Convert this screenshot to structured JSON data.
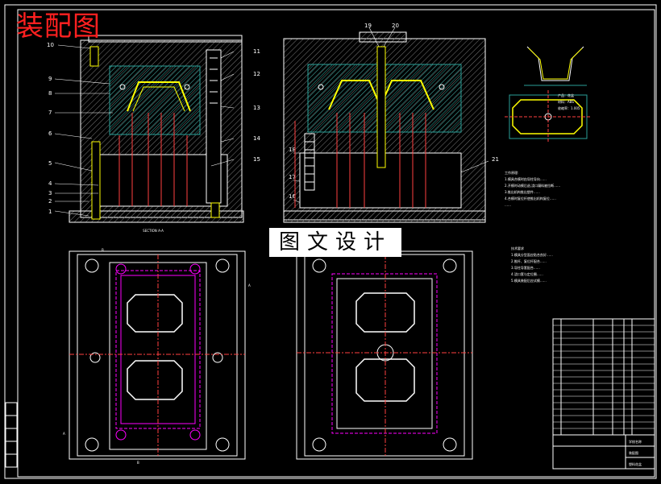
{
  "title": "装配图",
  "banner": "图文设计",
  "callouts_left": [
    "1",
    "2",
    "3",
    "4",
    "5",
    "6",
    "7",
    "8",
    "9",
    "10",
    "11",
    "12",
    "13",
    "14",
    "15"
  ],
  "callouts_right": [
    "16",
    "17",
    "18",
    "19",
    "20",
    "21"
  ],
  "section_label": "SECTION A-A",
  "section_marks": {
    "a": "A",
    "b": "B"
  },
  "part_specs": {
    "line1": "产品：花盆",
    "line2": "材料：ABS",
    "line3": "收缩率：1.005"
  },
  "notes1": {
    "heading": "工作原理:",
    "lines": [
      "1.模具合模时由导柱导向……",
      "2.开模时动模后退,浇口凝料被拉断……",
      "3.推出机构推出塑件……",
      "4.合模时复位杆使推出机构复位……",
      "……"
    ]
  },
  "notes2": {
    "heading": "技术要求",
    "lines": [
      "1.模具分型面应贴合良好……",
      "2.推杆、复位杆配合……",
      "3.导柱导套配合……",
      "4.浇口套与定位圈……",
      "5.模具装配后应试模……"
    ]
  },
  "title_block": {
    "name": "装配图",
    "school": "学校名称",
    "org": "塑料花盆"
  },
  "colors": {
    "background": "#000000",
    "outline": "#ffffff",
    "cavity": "#2aa198",
    "part": "#ffff00",
    "pins": "#ff4040",
    "plan_lines": "#ff00ff",
    "title_red": "#ff2020"
  }
}
